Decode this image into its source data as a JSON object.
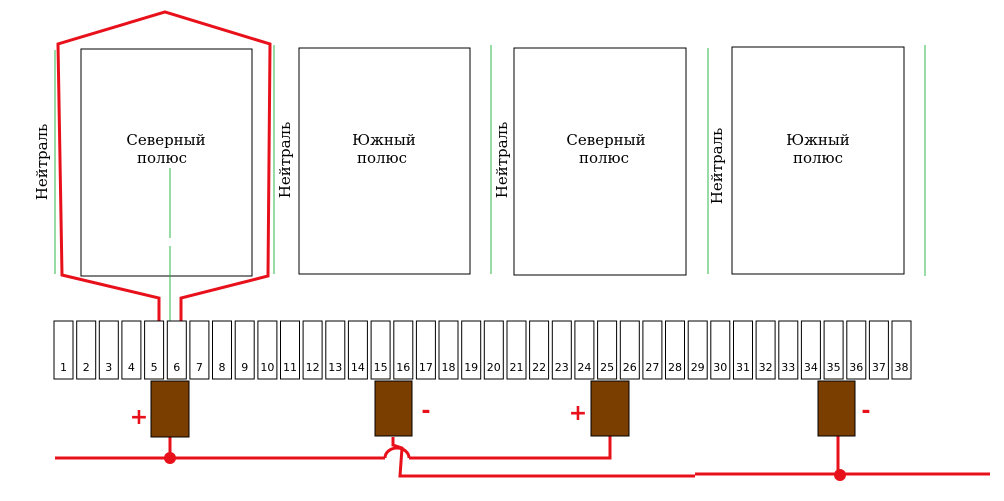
{
  "poles": [
    {
      "line1": "Северный",
      "line2": "полюс"
    },
    {
      "line1": "Южный",
      "line2": "полюс"
    },
    {
      "line1": "Северный",
      "line2": "полюс"
    },
    {
      "line1": "Южный",
      "line2": "полюс"
    }
  ],
  "neutral_label": "Нейтраль",
  "slots": [
    "1",
    "2",
    "3",
    "4",
    "5",
    "6",
    "7",
    "8",
    "9",
    "10",
    "11",
    "12",
    "13",
    "14",
    "15",
    "16",
    "17",
    "18",
    "19",
    "20",
    "21",
    "22",
    "23",
    "24",
    "25",
    "26",
    "27",
    "28",
    "29",
    "30",
    "31",
    "32",
    "33",
    "34",
    "35",
    "36",
    "37",
    "38"
  ],
  "terminals": [
    {
      "sign": "+"
    },
    {
      "sign": "-"
    },
    {
      "sign": "+"
    },
    {
      "sign": "-"
    }
  ],
  "colors": {
    "wire": "#e8101a",
    "neutral_line": "#2db84a",
    "terminal": "#7a3e00",
    "outline": "#000000"
  }
}
